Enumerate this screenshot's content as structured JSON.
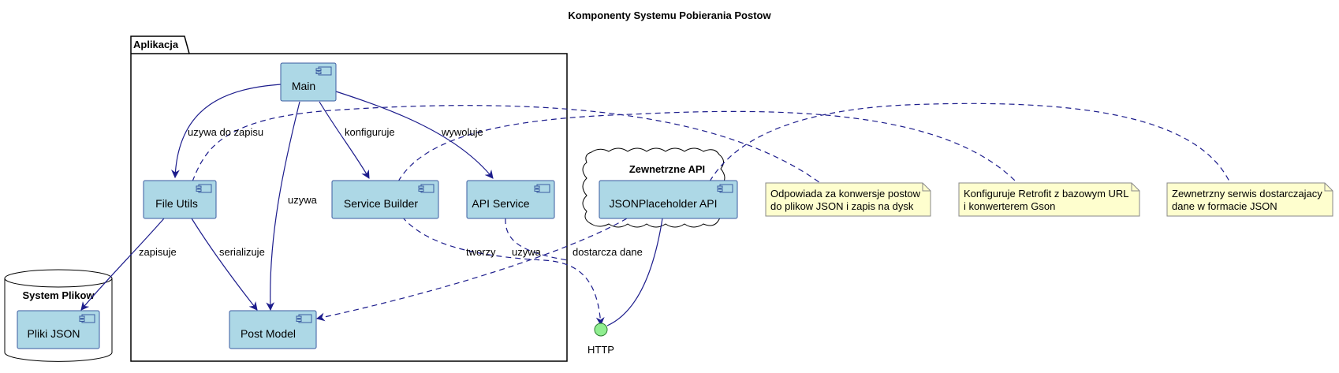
{
  "title": "Komponenty Systemu Pobierania Postow",
  "packages": {
    "app": "Aplikacja",
    "filesystem": "System Plikow",
    "external": "Zewnetrzne API"
  },
  "components": {
    "main": "Main",
    "file_utils": "File Utils",
    "service_builder": "Service Builder",
    "api_service": "API Service",
    "post_model": "Post Model",
    "pliki_json": "Pliki JSON",
    "jsonplaceholder": "JSONPlaceholder API"
  },
  "interface": "HTTP",
  "edges": {
    "uzywa_do_zapisu": "uzywa do zapisu",
    "konfiguruje": "konfiguruje",
    "wywoluje": "wywoluje",
    "uzywa_main": "uzywa",
    "zapisuje": "zapisuje",
    "serializuje": "serializuje",
    "tworzy": "tworzy",
    "uzywa_api": "uzywa",
    "dostarcza_dane": "dostarcza dane"
  },
  "notes": {
    "file_utils_note": [
      "Odpowiada za konwersje postow",
      "do plikow JSON i zapis na dysk"
    ],
    "service_builder_note": [
      "Konfiguruje Retrofit z bazowym URL",
      "i konwerterem Gson"
    ],
    "api_note": [
      "Zewnetrzny serwis dostarczajacy",
      "dane w formacie JSON"
    ]
  },
  "colors": {
    "component_fill": "#add8e6",
    "component_border": "#3a5ba0",
    "arrow": "#1c1c8c",
    "note_fill": "#fefece",
    "interface_fill": "#90ee90"
  }
}
